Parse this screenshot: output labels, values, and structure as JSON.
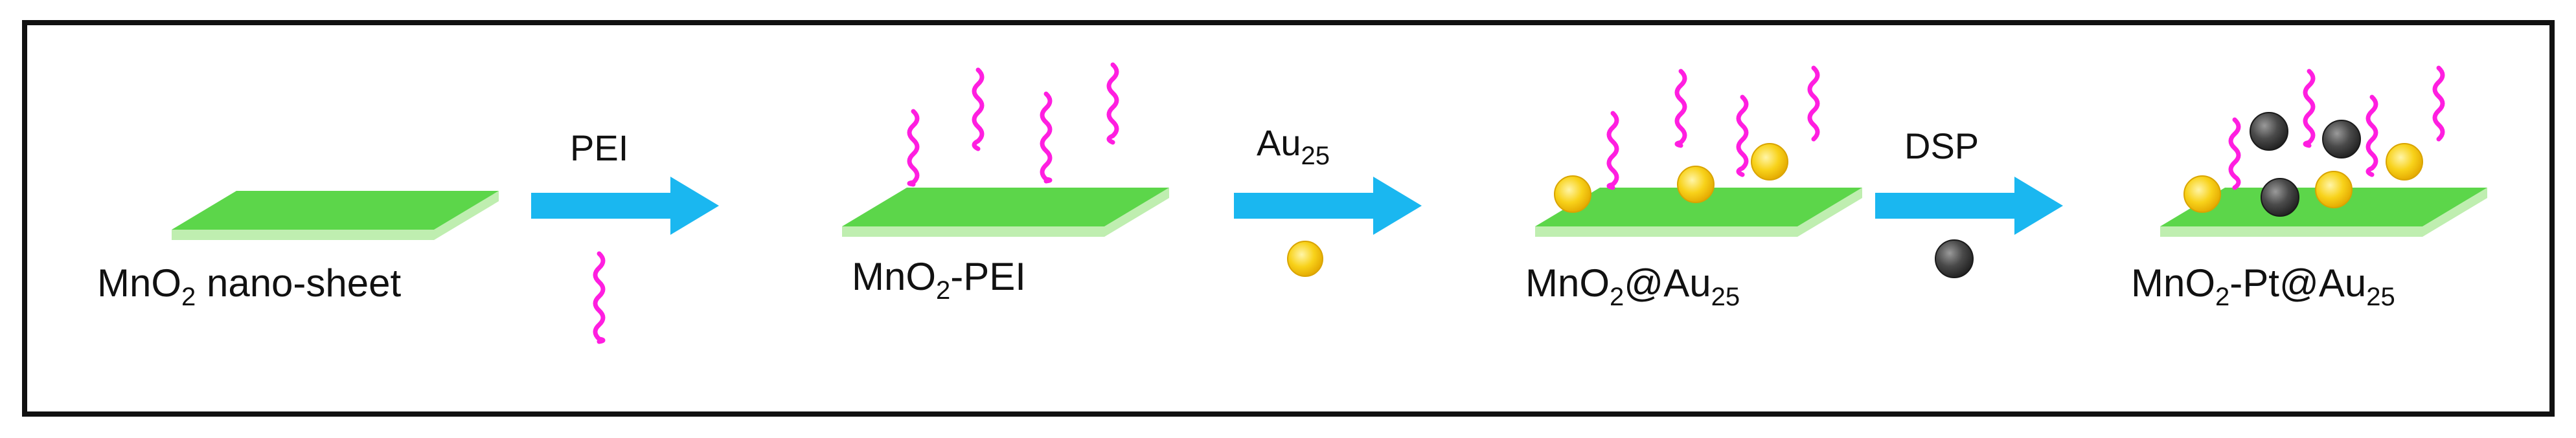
{
  "colors": {
    "sheet_top": "#5cd64a",
    "sheet_edge": "#bfeeb0",
    "arrow": "#1ab7f0",
    "polymer": "#ff1ee0",
    "gold": "#f7cc10",
    "gold_highlight": "#fff2a0",
    "platinum": "#3c3c3c",
    "frame": "#111111"
  },
  "steps": [
    {
      "base": "MnO",
      "sub1": "2",
      "rest": " nano-sheet",
      "sub2": ""
    },
    {
      "base": "MnO",
      "sub1": "2",
      "rest": "-PEI",
      "sub2": ""
    },
    {
      "base": "MnO",
      "sub1": "2",
      "rest": "@Au",
      "sub2": "25"
    },
    {
      "base": "MnO",
      "sub1": "2",
      "rest": "-Pt@Au",
      "sub2": "25"
    }
  ],
  "arrows": [
    {
      "base": "PEI",
      "sub": "",
      "reagent_icon": "polymer-chain-icon"
    },
    {
      "base": "Au",
      "sub": "25",
      "reagent_icon": "gold-nanocluster-icon"
    },
    {
      "base": "DSP",
      "sub": "",
      "reagent_icon": "platinum-nanoparticle-icon"
    }
  ]
}
